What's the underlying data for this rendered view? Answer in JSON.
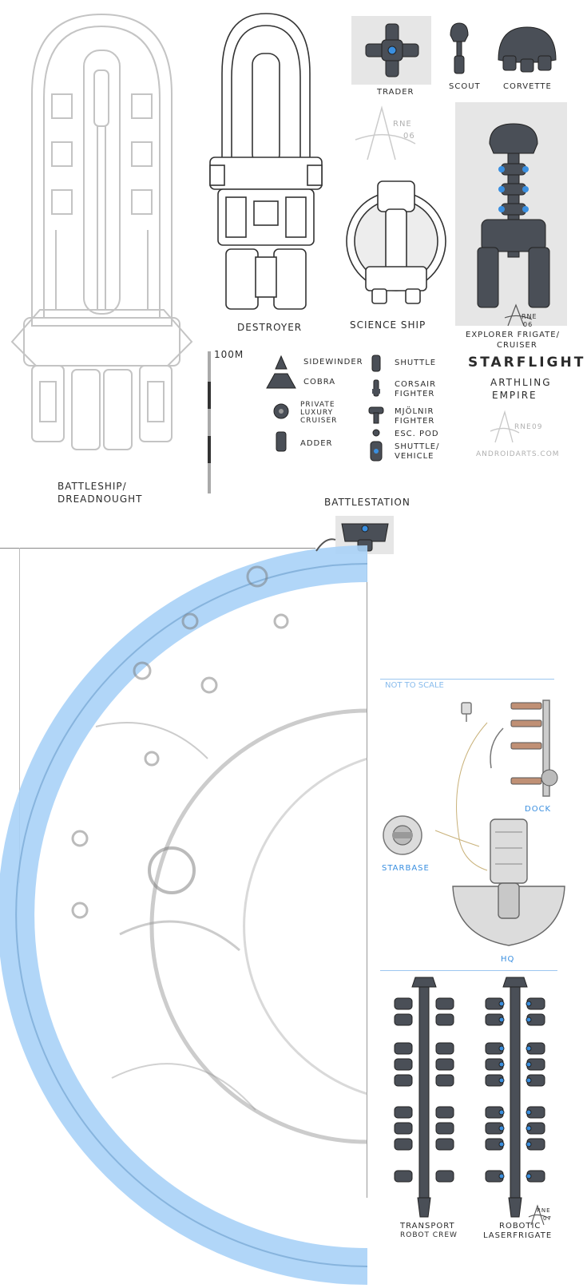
{
  "ships": {
    "battleship": {
      "line1": "BATTLESHIP/",
      "line2": "DREADNOUGHT"
    },
    "destroyer": "DESTROYER",
    "science_ship": "SCIENCE SHIP",
    "trader": "TRADER",
    "scout": "SCOUT",
    "corvette": "CORVETTE",
    "explorer": {
      "line1": "EXPLORER FRIGATE/",
      "line2": "CRUISER"
    },
    "battlestation": "BATTLESTATION",
    "transport": {
      "line1": "TRANSPORT",
      "line2": "ROBOT CREW"
    },
    "robotic": {
      "line1": "ROBOTIC",
      "line2": "LASERFRIGATE"
    }
  },
  "scale": {
    "label": "100M"
  },
  "legend": {
    "sidewinder": "SIDEWINDER",
    "cobra": "COBRA",
    "private_luxury_cruiser": {
      "line1": "PRIVATE",
      "line2": "LUXURY",
      "line3": "CRUISER"
    },
    "adder": "ADDER",
    "shuttle": "SHUTTLE",
    "corsair_fighter": {
      "line1": "CORSAIR",
      "line2": "FIGHTER"
    },
    "mjolnir_fighter": {
      "line1": "MJÖLNIR",
      "line2": "FIGHTER"
    },
    "esc_pod": "ESC. POD",
    "shuttle_vehicle": {
      "line1": "SHUTTLE/",
      "line2": "VEHICLE"
    }
  },
  "title": {
    "main": "STARFLIGHT",
    "sub1": "ARTHLING",
    "sub2": "EMPIRE",
    "site": "ANDROIDARTS.COM"
  },
  "signatures": {
    "sig1": {
      "name": "RNE",
      "year": "06"
    },
    "sig2": {
      "name": "RNE",
      "year": "06"
    },
    "sig3": {
      "name": "RNE",
      "year": "09"
    },
    "sig4": {
      "name": "RNE",
      "year": "07"
    }
  },
  "not_to_scale": {
    "label": "NOT TO SCALE",
    "dock": "DOCK",
    "starbase": "STARBASE",
    "hq": "HQ"
  },
  "colors": {
    "accent_blue": "#3a8fe0",
    "ring_blue": "#8cc4f5",
    "hull_dark": "#4a4f57",
    "lineart_grey": "#bdbdbd"
  }
}
